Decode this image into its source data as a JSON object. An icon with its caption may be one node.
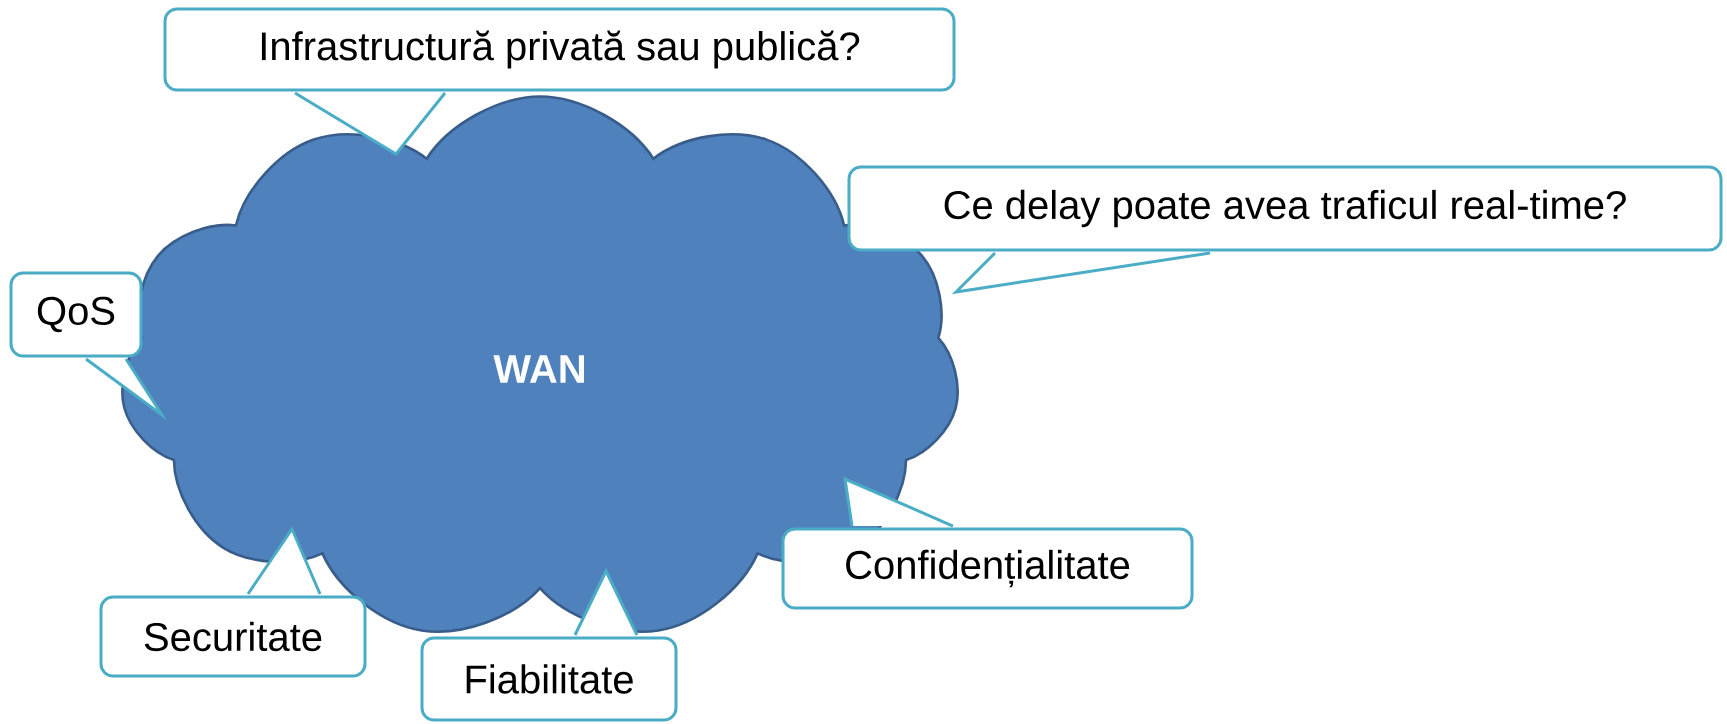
{
  "diagram": {
    "nodes": [
      {
        "text": [
          "WAN"
        ]
      },
      {
        "text": [
          "Infrastructură privată sau publică?"
        ]
      },
      {
        "text": [
          "Ce delay poate avea traficul real-time?"
        ]
      },
      {
        "text": [
          "QoS"
        ]
      },
      {
        "text": [
          "Confidențialitate"
        ]
      },
      {
        "text": [
          "Securitate"
        ]
      },
      {
        "text": [
          "Fiabilitate"
        ]
      }
    ]
  }
}
